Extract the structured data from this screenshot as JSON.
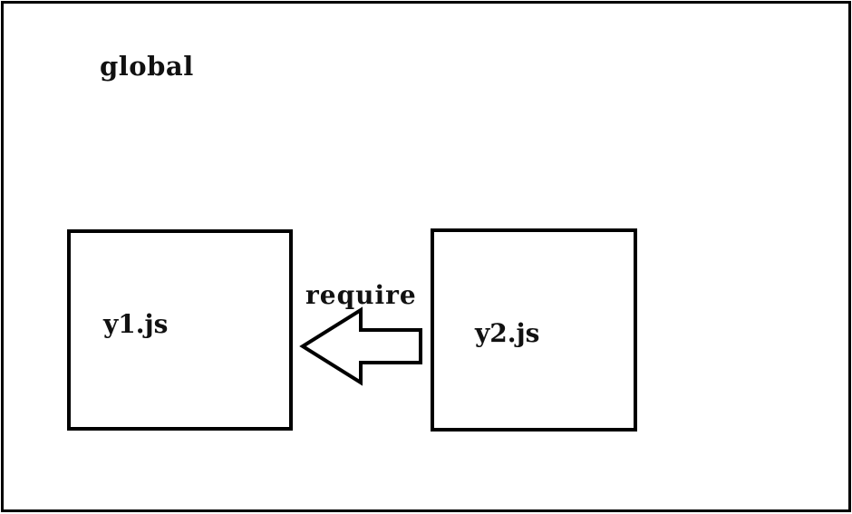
{
  "diagram": {
    "container_label": "global",
    "modules": [
      {
        "label": "y1.js"
      },
      {
        "label": "y2.js"
      }
    ],
    "relation": {
      "label": "require",
      "from": "y2.js",
      "to": "y1.js",
      "direction": "left"
    },
    "colors": {
      "stroke": "#000000",
      "background": "#ffffff",
      "text": "#111111"
    },
    "icons": {
      "relation_arrow": "left-arrow-icon"
    }
  }
}
